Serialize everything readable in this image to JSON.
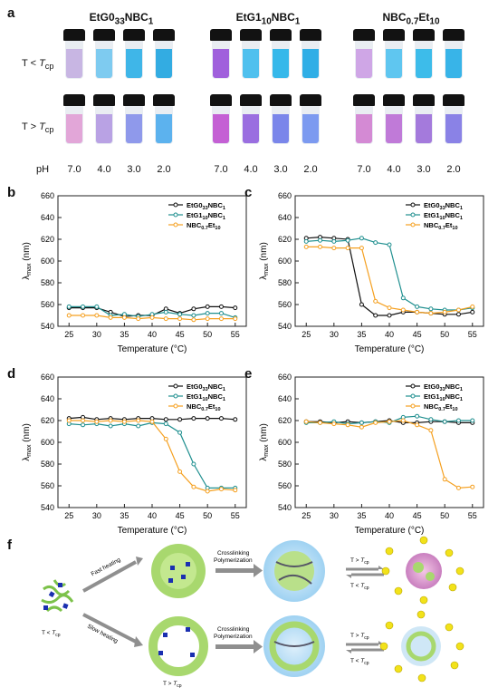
{
  "panel_a": {
    "letter": "a",
    "samples": [
      {
        "title": "EtG0",
        "sub1": "33",
        "mid": "NBC",
        "sub2": "1",
        "tail": "",
        "top_colors": [
          "#c8b6e3",
          "#7ecbf0",
          "#3fb6e8",
          "#33ace2"
        ],
        "bottom_colors": [
          "#e2a6d8",
          "#b9a2e4",
          "#8f99eb",
          "#5cb2ee"
        ]
      },
      {
        "title": "EtG1",
        "sub1": "10",
        "mid": "NBC",
        "sub2": "1",
        "tail": "",
        "top_colors": [
          "#a060dc",
          "#4fc0ee",
          "#36b8ea",
          "#30aee6"
        ],
        "bottom_colors": [
          "#c460d4",
          "#9a6ee0",
          "#7a86ea",
          "#7c9af0"
        ]
      },
      {
        "title": "NBC",
        "sub1": "0.7",
        "mid": "Et",
        "sub2": "10",
        "tail": "",
        "top_colors": [
          "#cfa6e6",
          "#5fc6f0",
          "#3dbcea",
          "#38b4e8"
        ],
        "bottom_colors": [
          "#d48ad4",
          "#c07ad8",
          "#a47adc",
          "#8a82e6"
        ]
      }
    ],
    "row_top": {
      "prefix": "T < ",
      "main": "T",
      "sub": "cp"
    },
    "row_bottom": {
      "prefix": "T > ",
      "main": "T",
      "sub": "cp"
    },
    "ph_label": "pH",
    "ph_values": [
      "7.0",
      "4.0",
      "3.0",
      "2.0"
    ]
  },
  "chart_data": [
    {
      "panel": "b",
      "type": "line",
      "xlabel": "Temperature (°C)",
      "ylabel_main": "λ",
      "ylabel_sub": "max",
      "ylabel_unit": " (nm)",
      "xlim": [
        23,
        57
      ],
      "ylim": [
        540,
        660
      ],
      "xticks": [
        25,
        30,
        35,
        40,
        45,
        50,
        55
      ],
      "yticks": [
        540,
        560,
        580,
        600,
        620,
        640,
        660
      ],
      "legend_position": "top-right",
      "series": [
        {
          "name": "EtG0",
          "name_sub1": "33",
          "name_mid": "NBC",
          "name_sub2": "1",
          "color": "#111111",
          "x": [
            25,
            27.5,
            30,
            32.5,
            35,
            37.5,
            40,
            42.5,
            45,
            47.5,
            50,
            52.5,
            55
          ],
          "y": [
            557,
            557,
            557,
            553,
            549,
            550,
            550,
            556,
            552,
            556,
            558,
            558,
            557
          ]
        },
        {
          "name": "EtG1",
          "name_sub1": "10",
          "name_mid": "NBC",
          "name_sub2": "1",
          "color": "#1f8f8f",
          "x": [
            25,
            27.5,
            30,
            32.5,
            35,
            37.5,
            40,
            42.5,
            45,
            47.5,
            50,
            52.5,
            55
          ],
          "y": [
            558,
            558,
            558,
            550,
            551,
            549,
            551,
            553,
            551,
            550,
            552,
            552,
            548
          ]
        },
        {
          "name": "NBC",
          "name_sub1": "0.7",
          "name_mid": "Et",
          "name_sub2": "10",
          "color": "#f5a020",
          "x": [
            25,
            27.5,
            30,
            32.5,
            35,
            37.5,
            40,
            42.5,
            45,
            47.5,
            50,
            52.5,
            55
          ],
          "y": [
            550,
            550,
            550,
            548,
            548,
            547,
            548,
            547,
            547,
            546,
            547,
            547,
            547
          ]
        }
      ]
    },
    {
      "panel": "c",
      "type": "line",
      "xlabel": "Temperature (°C)",
      "ylabel_main": "λ",
      "ylabel_sub": "max",
      "ylabel_unit": " (nm)",
      "xlim": [
        23,
        57
      ],
      "ylim": [
        540,
        660
      ],
      "xticks": [
        25,
        30,
        35,
        40,
        45,
        50,
        55
      ],
      "yticks": [
        540,
        560,
        580,
        600,
        620,
        640,
        660
      ],
      "legend_position": "top-right",
      "series": [
        {
          "name": "EtG0",
          "name_sub1": "33",
          "name_mid": "NBC",
          "name_sub2": "1",
          "color": "#111111",
          "x": [
            25,
            27.5,
            30,
            32.5,
            35,
            37.5,
            40,
            42.5,
            45,
            47.5,
            50,
            52.5,
            55
          ],
          "y": [
            621,
            622,
            621,
            620,
            560,
            550,
            550,
            553,
            553,
            552,
            551,
            551,
            553
          ]
        },
        {
          "name": "EtG1",
          "name_sub1": "10",
          "name_mid": "NBC",
          "name_sub2": "1",
          "color": "#1f8f8f",
          "x": [
            25,
            27.5,
            30,
            32.5,
            35,
            37.5,
            40,
            42.5,
            45,
            47.5,
            50,
            52.5,
            55
          ],
          "y": [
            618,
            619,
            618,
            619,
            621,
            617,
            615,
            566,
            558,
            556,
            555,
            555,
            557
          ]
        },
        {
          "name": "NBC",
          "name_sub1": "0.7",
          "name_mid": "Et",
          "name_sub2": "10",
          "color": "#f5a020",
          "x": [
            25,
            27.5,
            30,
            32.5,
            35,
            37.5,
            40,
            42.5,
            45,
            47.5,
            50,
            52.5,
            55
          ],
          "y": [
            613,
            613,
            612,
            612,
            612,
            563,
            557,
            555,
            553,
            552,
            553,
            555,
            558
          ]
        }
      ]
    },
    {
      "panel": "d",
      "type": "line",
      "xlabel": "Temperature (°C)",
      "ylabel_main": "λ",
      "ylabel_sub": "max",
      "ylabel_unit": " (nm)",
      "xlim": [
        23,
        57
      ],
      "ylim": [
        540,
        660
      ],
      "xticks": [
        25,
        30,
        35,
        40,
        45,
        50,
        55
      ],
      "yticks": [
        540,
        560,
        580,
        600,
        620,
        640,
        660
      ],
      "legend_position": "top-right",
      "series": [
        {
          "name": "EtG0",
          "name_sub1": "33",
          "name_mid": "NBC",
          "name_sub2": "1",
          "color": "#111111",
          "x": [
            25,
            27.5,
            30,
            32.5,
            35,
            37.5,
            40,
            42.5,
            45,
            47.5,
            50,
            52.5,
            55
          ],
          "y": [
            622,
            623,
            621,
            622,
            621,
            622,
            622,
            621,
            621,
            622,
            622,
            622,
            621
          ]
        },
        {
          "name": "EtG1",
          "name_sub1": "10",
          "name_mid": "NBC",
          "name_sub2": "1",
          "color": "#1f8f8f",
          "x": [
            25,
            27.5,
            30,
            32.5,
            35,
            37.5,
            40,
            42.5,
            45,
            47.5,
            50,
            52.5,
            55
          ],
          "y": [
            617,
            616,
            617,
            615,
            617,
            615,
            618,
            617,
            609,
            580,
            558,
            558,
            558
          ]
        },
        {
          "name": "NBC",
          "name_sub1": "0.7",
          "name_mid": "Et",
          "name_sub2": "10",
          "color": "#f5a020",
          "x": [
            25,
            27.5,
            30,
            32.5,
            35,
            37.5,
            40,
            42.5,
            45,
            47.5,
            50,
            52.5,
            55
          ],
          "y": [
            620,
            620,
            619,
            620,
            619,
            620,
            619,
            603,
            573,
            559,
            555,
            557,
            556
          ]
        }
      ]
    },
    {
      "panel": "e",
      "type": "line",
      "xlabel": "Temperature (°C)",
      "ylabel_main": "λ",
      "ylabel_sub": "max",
      "ylabel_unit": " (nm)",
      "xlim": [
        23,
        57
      ],
      "ylim": [
        540,
        660
      ],
      "xticks": [
        25,
        30,
        35,
        40,
        45,
        50,
        55
      ],
      "yticks": [
        540,
        560,
        580,
        600,
        620,
        640,
        660
      ],
      "legend_position": "top-right",
      "series": [
        {
          "name": "EtG0",
          "name_sub1": "33",
          "name_mid": "NBC",
          "name_sub2": "1",
          "color": "#111111",
          "x": [
            25,
            27.5,
            30,
            32.5,
            35,
            37.5,
            40,
            42.5,
            45,
            47.5,
            50,
            52.5,
            55
          ],
          "y": [
            619,
            619,
            618,
            619,
            618,
            619,
            620,
            618,
            618,
            619,
            619,
            618,
            618
          ]
        },
        {
          "name": "EtG1",
          "name_sub1": "10",
          "name_mid": "NBC",
          "name_sub2": "1",
          "color": "#1f8f8f",
          "x": [
            25,
            27.5,
            30,
            32.5,
            35,
            37.5,
            40,
            42.5,
            45,
            47.5,
            50,
            52.5,
            55
          ],
          "y": [
            618,
            618,
            619,
            617,
            618,
            619,
            618,
            623,
            624,
            621,
            619,
            620,
            620
          ]
        },
        {
          "name": "NBC",
          "name_sub1": "0.7",
          "name_mid": "Et",
          "name_sub2": "10",
          "color": "#f5a020",
          "x": [
            25,
            27.5,
            30,
            32.5,
            35,
            37.5,
            40,
            42.5,
            45,
            47.5,
            50,
            52.5,
            55
          ],
          "y": [
            619,
            618,
            617,
            616,
            614,
            618,
            619,
            620,
            616,
            611,
            566,
            558,
            559
          ]
        }
      ]
    }
  ],
  "panel_f": {
    "letter": "f",
    "start_label": {
      "prefix": "T < ",
      "main": "T",
      "sub": "cp"
    },
    "fast_heating": "Fast heating",
    "slow_heating": "Slow heating",
    "vesicle_label": {
      "prefix": "T > ",
      "main": "T",
      "sub": "cp"
    },
    "crosslink_line1": "Crosslinking",
    "crosslink_line2": "Polymerization",
    "eq_up": {
      "prefix": "T > ",
      "main": "T",
      "sub": "cp"
    },
    "eq_down": {
      "prefix": "T < ",
      "main": "T",
      "sub": "cp"
    }
  }
}
